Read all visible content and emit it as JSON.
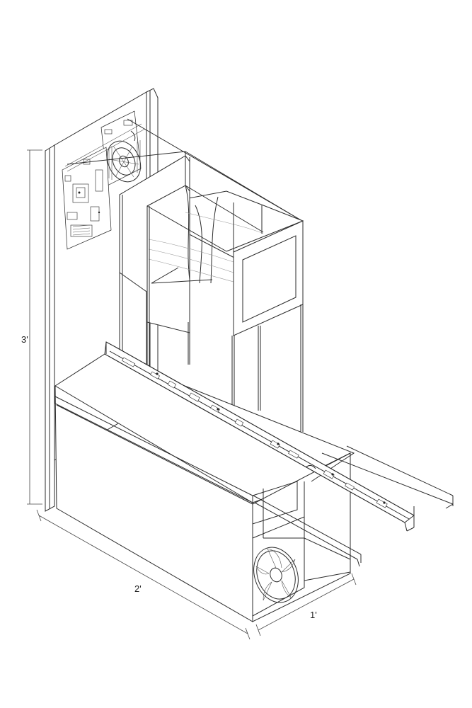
{
  "drawing": {
    "dimensions": {
      "height_label": "3'",
      "width_label": "2'",
      "depth_label": "1'"
    }
  }
}
